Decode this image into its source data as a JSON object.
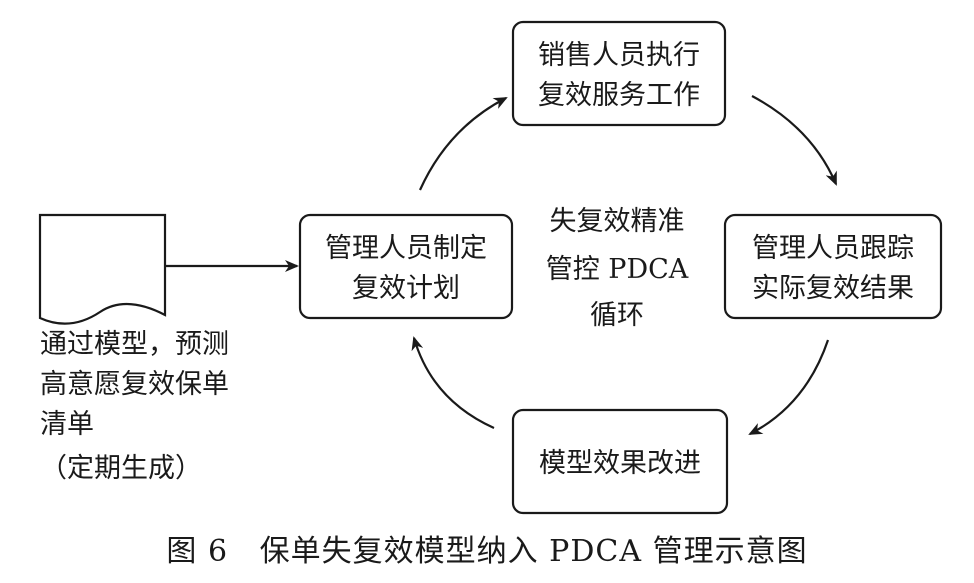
{
  "nodes": {
    "execute": {
      "line1": "销售人员执行",
      "line2": "复效服务工作"
    },
    "track": {
      "line1": "管理人员跟踪",
      "line2": "实际复效结果"
    },
    "improve": {
      "line1": "模型效果改进"
    },
    "plan": {
      "line1": "管理人员制定",
      "line2": "复效计划"
    }
  },
  "center": {
    "line1": "失复效精准",
    "line2": "管控 PDCA",
    "line3": "循环"
  },
  "document": {
    "line1": "通过模型，预测",
    "line2": "高意愿复效保单",
    "line3": "清单",
    "line4": "（定期生成）"
  },
  "caption": "图 6   保单失复效模型纳入 PDCA 管理示意图"
}
